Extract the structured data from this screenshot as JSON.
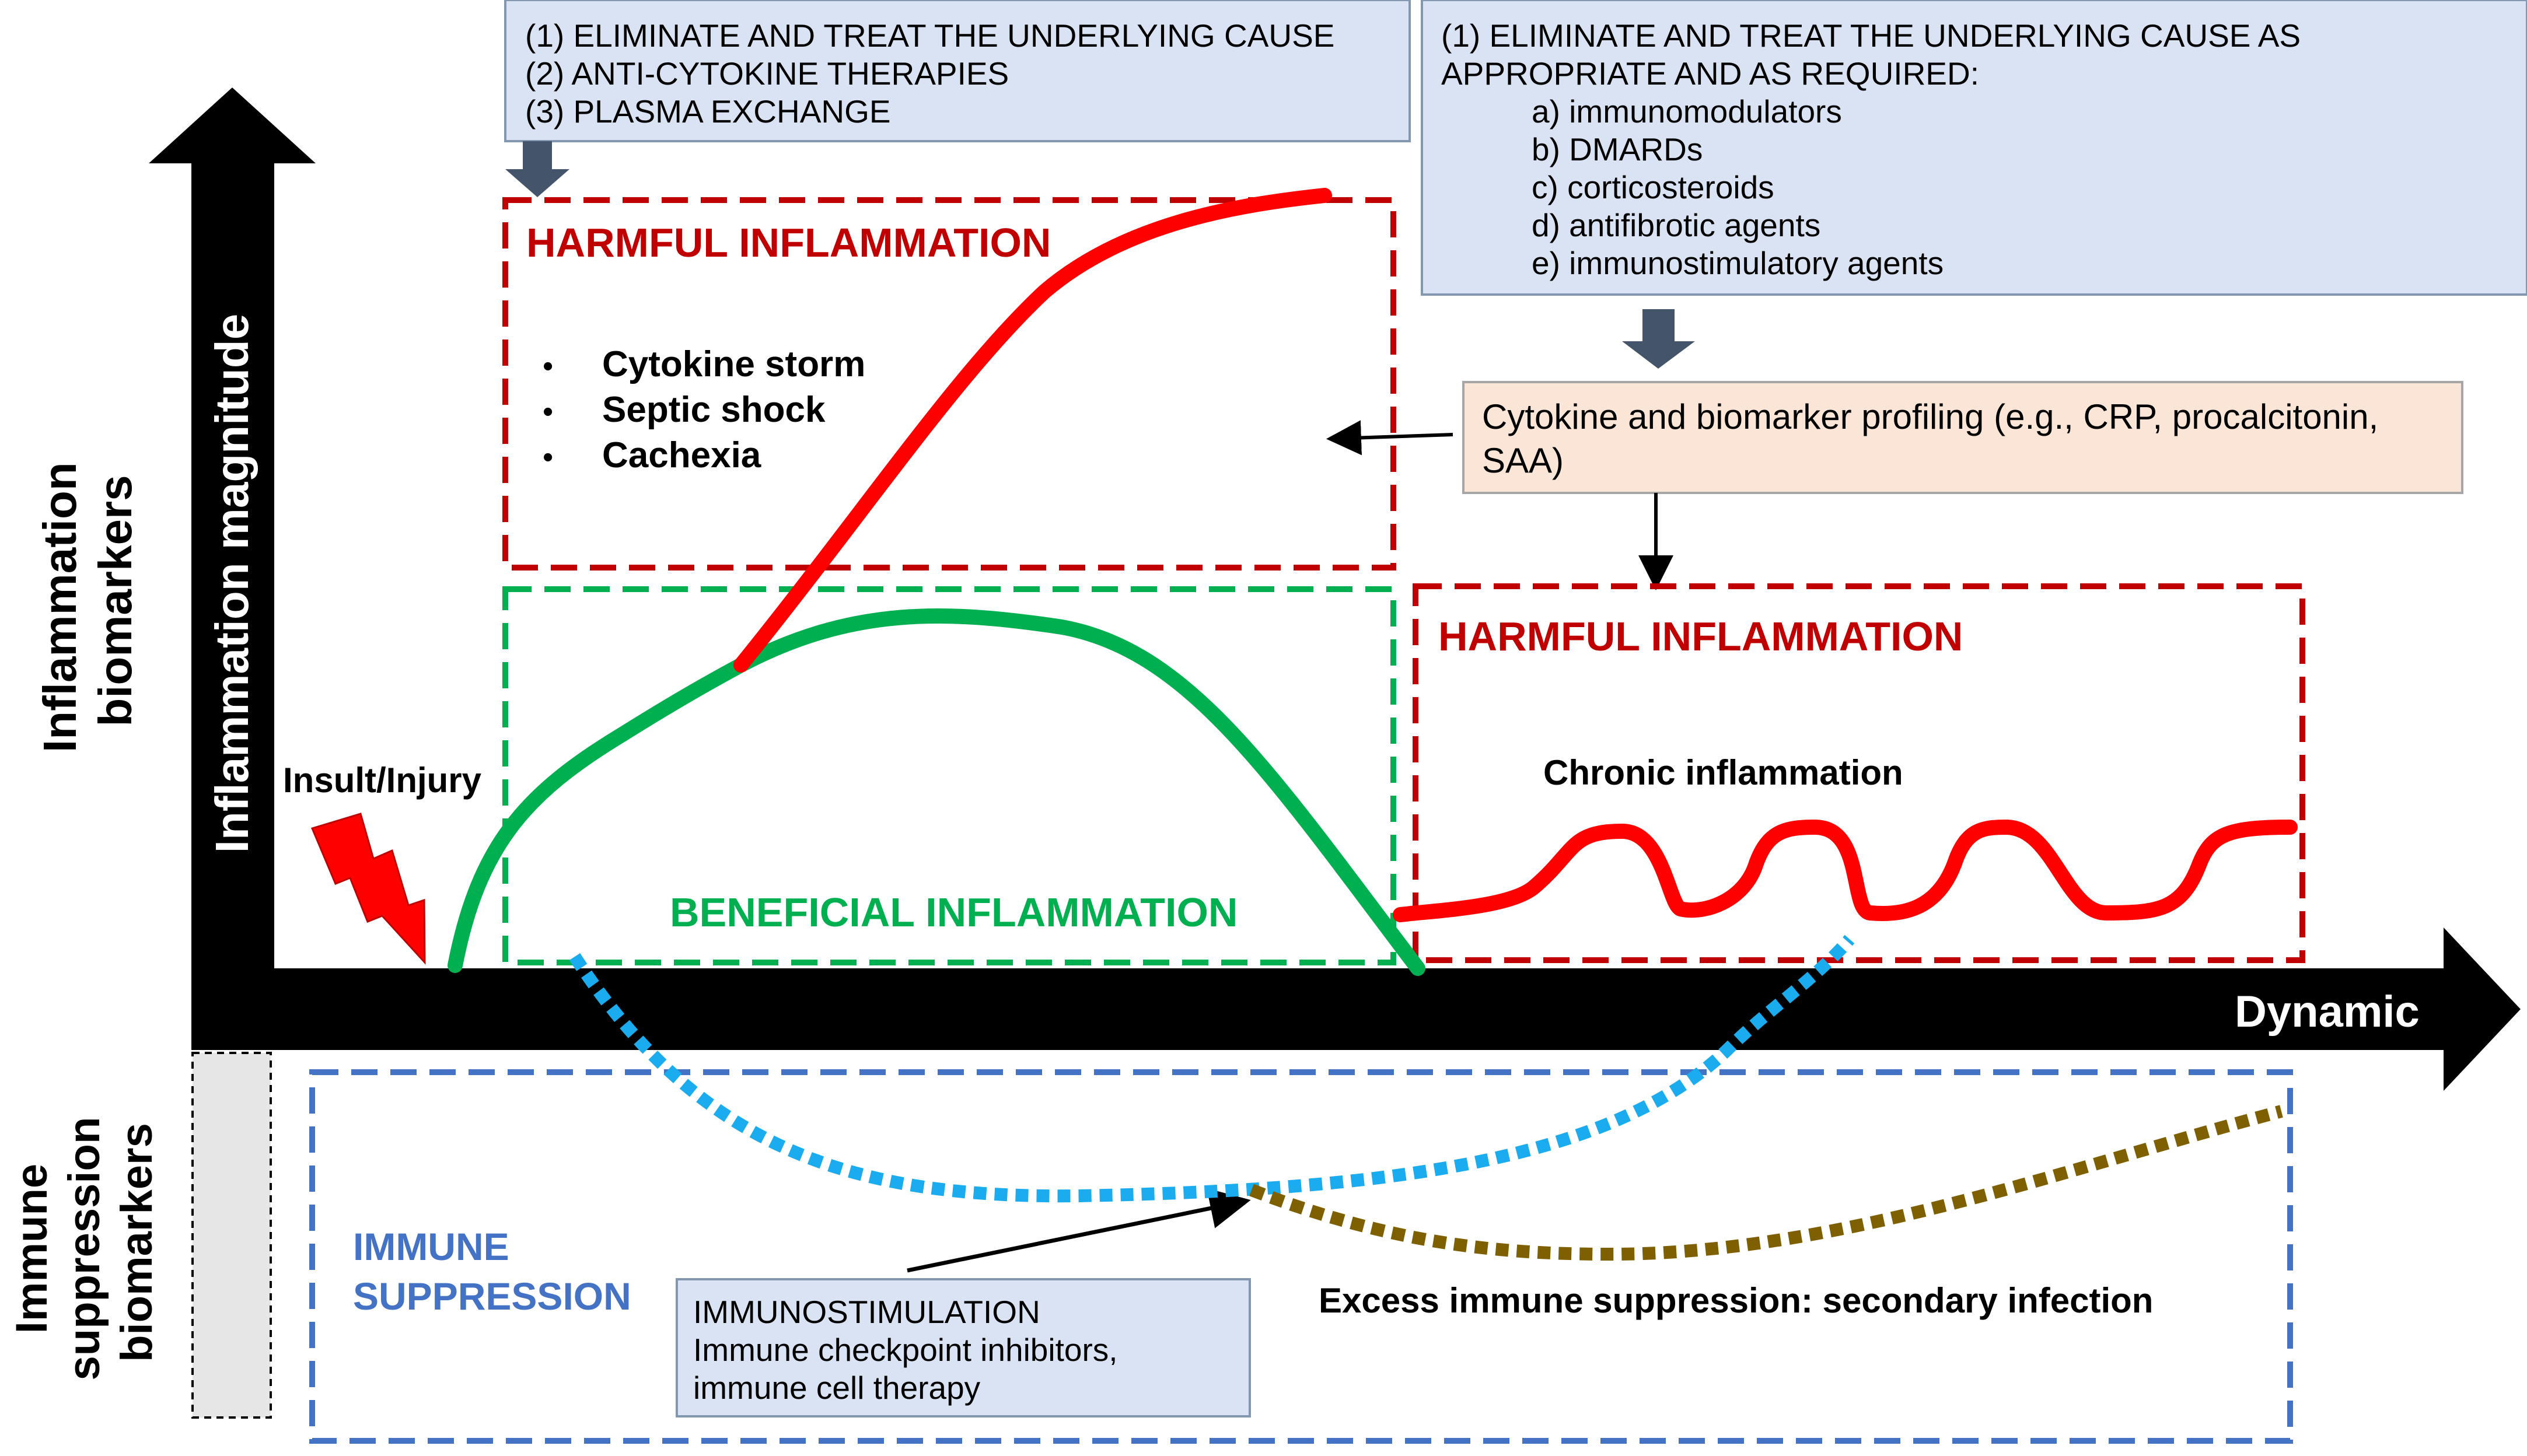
{
  "colors": {
    "axis": "#000000",
    "harmful": "#C00000",
    "harmful_curve": "#FF0000",
    "beneficial": "#00B050",
    "immune": "#4472C4",
    "immune_curve": "#1AACEF",
    "secondary_curve": "#7F6000",
    "lightning": "#FF0000",
    "box_blue_fill": "#DAE3F3",
    "box_blue_stroke": "#8497B0",
    "box_peach_fill": "#FBE5D6",
    "box_peach_stroke": "#A6A6A6",
    "down_arrow": "#44546A",
    "gray_block": "#E6E6E6"
  },
  "axes": {
    "y_label": "Inflammation magnitude",
    "x_label": "Dynamic",
    "left_top_label": [
      "Inflammation",
      "biomarkers"
    ],
    "left_bottom_label": [
      "Immune",
      "suppression",
      "biomarkers"
    ]
  },
  "insult_label": "Insult/Injury",
  "acute_treatment_box": {
    "lines": [
      "(1) ELIMINATE AND TREAT THE UNDERLYING  CAUSE",
      "(2) ANTI-CYTOKINE THERAPIES",
      "(3) PLASMA EXCHANGE"
    ]
  },
  "chronic_treatment_box": {
    "header": [
      "(1) ELIMINATE AND TREAT THE UNDERLYING CAUSE AS",
      "APPROPRIATE AND AS REQUIRED:"
    ],
    "items": [
      "a) immunomodulators",
      "b) DMARDs",
      "c) corticosteroids",
      "d) antifibrotic agents",
      "e) immunostimulatory agents"
    ]
  },
  "profiling_box": {
    "lines": [
      "Cytokine and biomarker profiling (e.g., CRP, procalcitonin,",
      "SAA)"
    ]
  },
  "acute_harmful": {
    "title": "HARMFUL INFLAMMATION",
    "items": [
      "Cytokine storm",
      "Septic shock",
      "Cachexia"
    ],
    "bullet": "•"
  },
  "beneficial": {
    "title": "BENEFICIAL INFLAMMATION"
  },
  "chronic_harmful": {
    "title": "HARMFUL INFLAMMATION",
    "subtitle": "Chronic inflammation"
  },
  "immune_suppression": {
    "title": [
      "IMMUNE",
      "SUPPRESSION"
    ],
    "note": "Excess immune suppression: secondary infection"
  },
  "immunostimulation_box": {
    "lines": [
      "IMMUNOSTIMULATION",
      "Immune checkpoint inhibitors,",
      "immune cell therapy"
    ]
  }
}
